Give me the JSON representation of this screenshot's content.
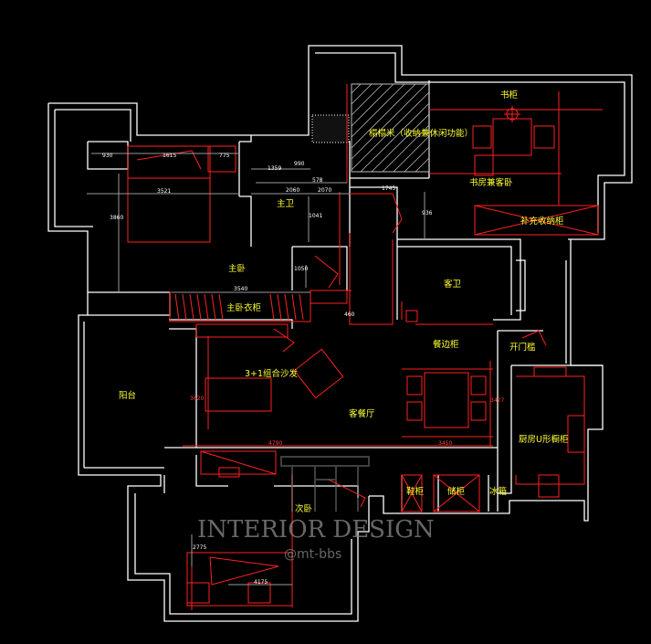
{
  "rooms": {
    "master_bedroom": "主卧",
    "master_bath": "主卫",
    "master_wardrobe": "主卧衣柜",
    "balcony": "阳台",
    "living_dining": "客餐厅",
    "sofa": "3+1组合沙发",
    "second_bedroom": "次卧",
    "guest_bath": "客卫",
    "study_guest": "书房兼客卧",
    "storage_cabinet": "补充收纳柜",
    "tatami": "榻榻米（收纳兼休闲功能）",
    "desk": "书柜",
    "sideboard": "餐边柜",
    "sliding_door": "开门槛",
    "kitchen": "厨房U形橱柜",
    "shoe_cabinet": "鞋柜",
    "display_cabinet": "储柜",
    "fridge": "冰箱"
  },
  "dims": {
    "d930": "930",
    "d1615": "1615",
    "d775": "775",
    "d3521": "3521",
    "d3860": "3860",
    "d1359": "1359",
    "d990": "990",
    "d578": "578",
    "d2060": "2060",
    "d2070": "2070",
    "d1745": "1745",
    "d936": "936",
    "d1041": "1041",
    "d1050": "1050",
    "d3540": "3540",
    "d460": "460",
    "d3620": "3620",
    "d3427": "3427",
    "d4790": "4790",
    "d3450": "3450",
    "d2775": "2775",
    "d4175": "4175"
  },
  "watermark": {
    "title": "INTERIOR DESIGN",
    "handle": "@mt-bbs"
  }
}
